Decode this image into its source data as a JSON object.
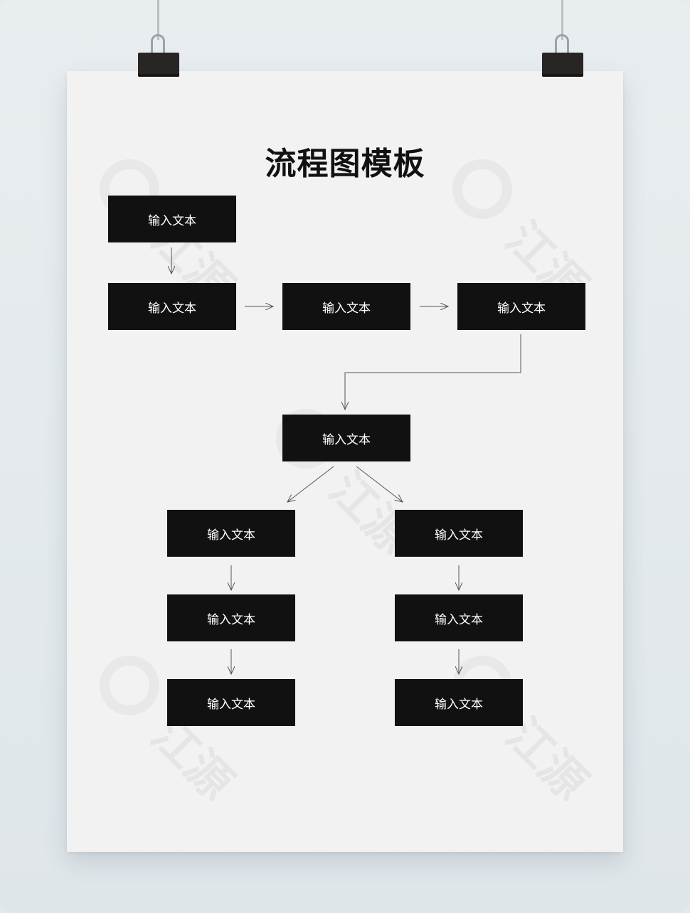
{
  "title": "流程图模板",
  "watermark_text": "江源",
  "nodes": {
    "n1": "输入文本",
    "n2": "输入文本",
    "n3": "输入文本",
    "n4": "输入文本",
    "n5": "输入文本",
    "n6": "输入文本",
    "n7": "输入文本",
    "n8": "输入文本",
    "n9": "输入文本",
    "n10": "输入文本",
    "n11": "输入文本"
  },
  "colors": {
    "box": "#111111",
    "box_text": "#ffffff",
    "arrow": "#555555",
    "poster": "#f2f2f2"
  }
}
